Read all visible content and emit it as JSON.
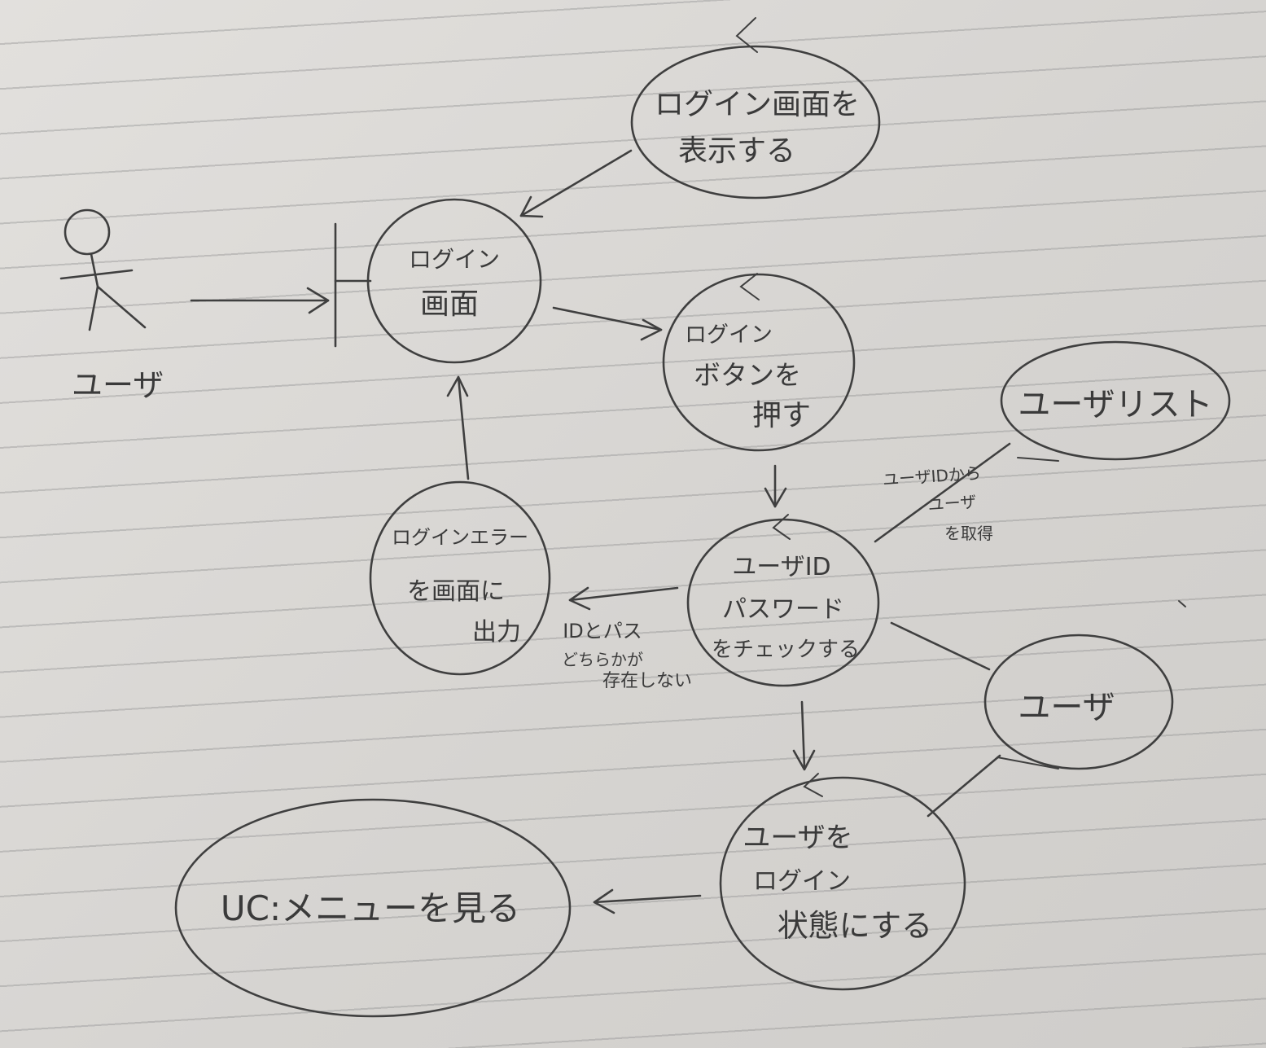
{
  "actor": {
    "label": "ユーザ"
  },
  "nodes": {
    "show_login": {
      "lines": [
        "ログイン画面を",
        "表示する"
      ]
    },
    "login_screen": {
      "lines": [
        "ログイン",
        "画面"
      ]
    },
    "press_login": {
      "lines": [
        "ログイン",
        "ボタンを",
        "押す"
      ]
    },
    "user_list": {
      "lines": [
        "ユーザリスト"
      ]
    },
    "check_id": {
      "lines": [
        "ユーザID",
        "パスワード",
        "をチェックする"
      ]
    },
    "login_error": {
      "lines": [
        "ログインエラー",
        "を画面に",
        "出力"
      ]
    },
    "user": {
      "lines": [
        "ユーザ"
      ]
    },
    "make_logged_in": {
      "lines": [
        "ユーザを",
        "ログイン",
        "状態にする"
      ]
    },
    "uc_menu": {
      "lines": [
        "UC:メニューを見る"
      ]
    }
  },
  "edge_labels": {
    "get_user": [
      "ユーザIDから",
      "ユーザ",
      "を取得"
    ],
    "not_exist": [
      "IDとパス",
      "どちらかが",
      "存在しない"
    ]
  }
}
